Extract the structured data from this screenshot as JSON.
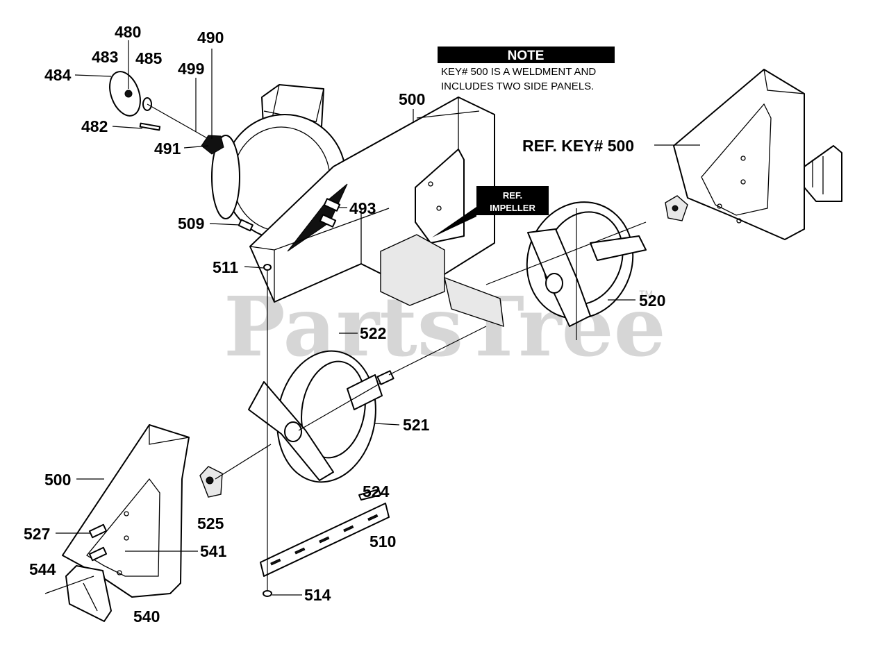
{
  "watermark": {
    "text": "PartsTree",
    "tm": "TM"
  },
  "note": {
    "title": "NOTE",
    "line1": "KEY# 500 IS A WELDMENT AND",
    "line2": "INCLUDES TWO SIDE PANELS."
  },
  "ref_impeller": {
    "line1": "REF.",
    "line2": "IMPELLER"
  },
  "labels": {
    "k480": "480",
    "k483": "483",
    "k485": "485",
    "k484": "484",
    "k490": "490",
    "k499": "499",
    "k482": "482",
    "k491": "491",
    "k500_top": "500",
    "ref_key_500": "REF. KEY# 500",
    "k493": "493",
    "k509": "509",
    "k511": "511",
    "k520": "520",
    "k522": "522",
    "k521": "521",
    "k500_left": "500",
    "k524": "524",
    "k525": "525",
    "k510": "510",
    "k527": "527",
    "k541": "541",
    "k544": "544",
    "k514": "514",
    "k540": "540"
  }
}
